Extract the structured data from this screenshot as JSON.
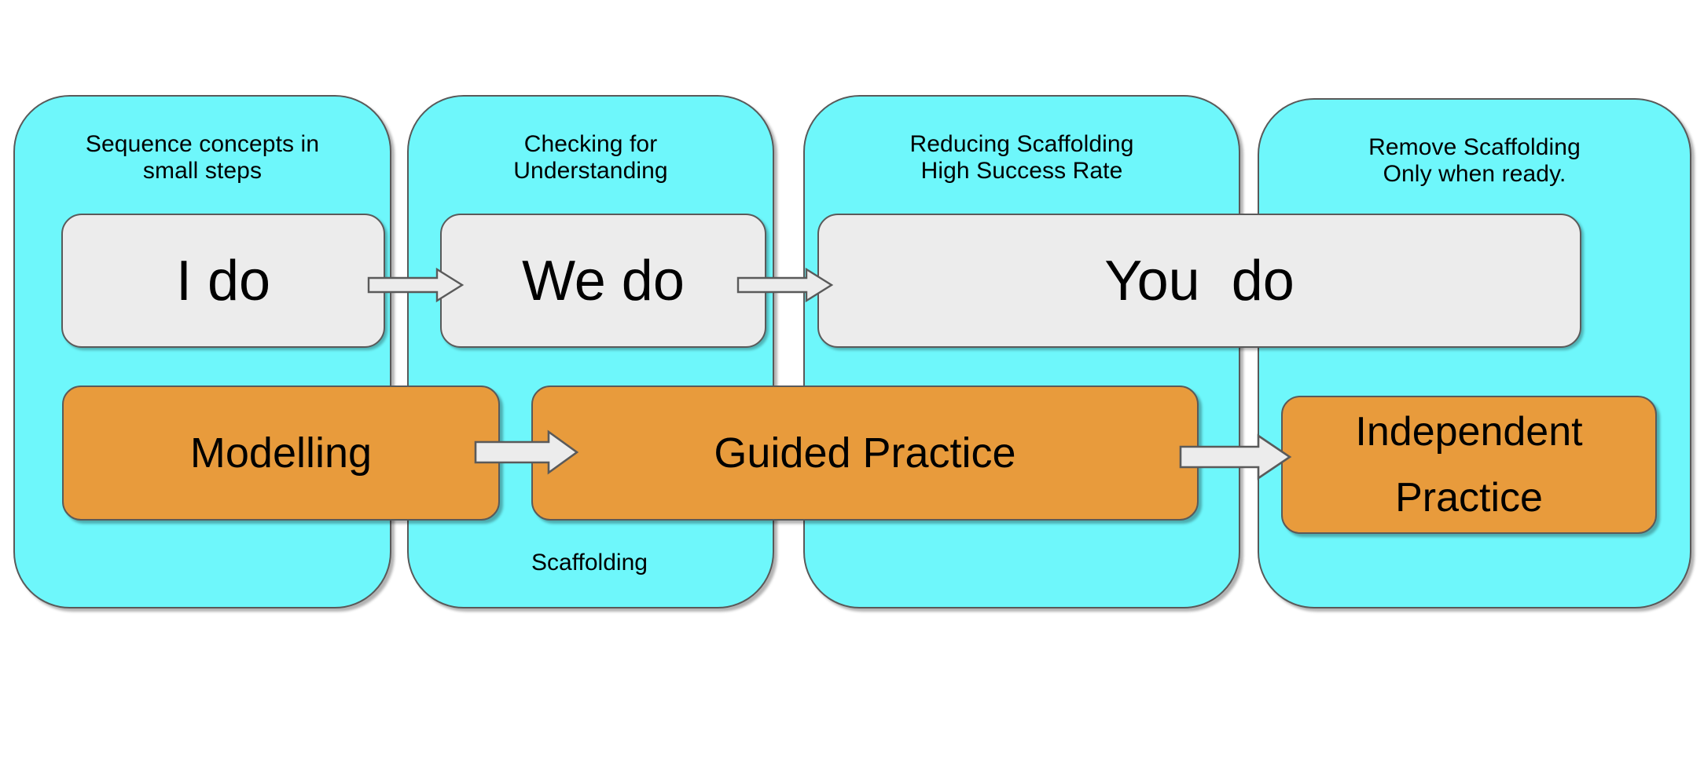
{
  "diagram": {
    "title": "I do / We do / You do gradual release model",
    "colors": {
      "panel_fill": "#6ef7fb",
      "panel_stroke": "#595959",
      "stage_fill": "#ececec",
      "practice_fill": "#e89b3c",
      "arrow_fill": "#ececec",
      "text": "#000000",
      "background": "#ffffff"
    },
    "panels": [
      {
        "caption": "Sequence concepts in\nsmall  steps"
      },
      {
        "caption": "Checking for\nUnderstanding"
      },
      {
        "caption": "Reducing Scaffolding\nHigh Success Rate"
      },
      {
        "caption": "Remove Scaffolding\nOnly when ready."
      }
    ],
    "stages": [
      {
        "label": "I do"
      },
      {
        "label": "We do"
      },
      {
        "label": "You  do"
      }
    ],
    "practice": [
      {
        "label": "Modelling"
      },
      {
        "label": "Guided Practice"
      },
      {
        "label": "Independent\nPractice"
      }
    ],
    "floating_labels": [
      {
        "text": "Scaffolding"
      }
    ],
    "arrows": [
      {
        "name": "i-do-to-we-do"
      },
      {
        "name": "we-do-to-you-do"
      },
      {
        "name": "modelling-to-guided-practice"
      },
      {
        "name": "guided-to-independent-practice"
      }
    ]
  }
}
